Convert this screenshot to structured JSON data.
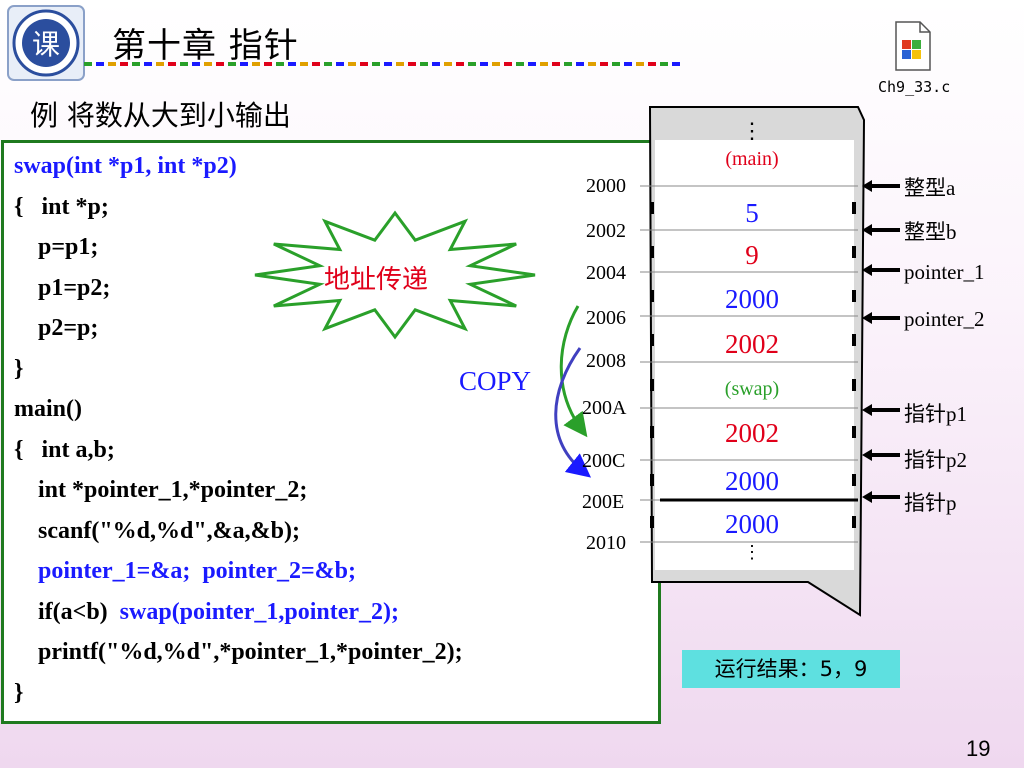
{
  "header": {
    "title": "第十章  指针",
    "logo_glyph": "课",
    "file_label": "Ch9_33.c"
  },
  "subtitle": "例  将数从大到小输出",
  "code": {
    "lines": [
      [
        {
          "t": "swap(int *p1, int *p2)",
          "c": "blue"
        }
      ],
      [
        {
          "t": "{   int *p;",
          "c": "black"
        }
      ],
      [
        {
          "t": "    p=p1;",
          "c": "black"
        }
      ],
      [
        {
          "t": "    p1=p2;",
          "c": "black"
        }
      ],
      [
        {
          "t": "    p2=p;",
          "c": "black"
        }
      ],
      [
        {
          "t": "}",
          "c": "black"
        }
      ],
      [
        {
          "t": "main()",
          "c": "black"
        }
      ],
      [
        {
          "t": "{   int a,b;",
          "c": "black"
        }
      ],
      [
        {
          "t": "    int *pointer_1,*pointer_2;",
          "c": "black"
        }
      ],
      [
        {
          "t": "    scanf(\"%d,%d\",&a,&b);",
          "c": "black"
        }
      ],
      [
        {
          "t": "    pointer_1=&a;  pointer_2=&b;",
          "c": "blue"
        }
      ],
      [
        {
          "t": "    if(a<b)  ",
          "c": "black"
        },
        {
          "t": "swap(pointer_1,pointer_2);",
          "c": "blue"
        }
      ],
      [
        {
          "t": "    printf(\"%d,%d\",*pointer_1,*pointer_2);",
          "c": "black"
        }
      ],
      [
        {
          "t": "}",
          "c": "black"
        }
      ]
    ]
  },
  "burst_text": "地址传递",
  "copy_label": "COPY",
  "memory": {
    "main_label": "(main)",
    "swap_label": "(swap)",
    "ellipsis": "⋮",
    "addresses": [
      "2000",
      "2002",
      "2004",
      "2006",
      "2008",
      "200A",
      "200C",
      "200E",
      "2010"
    ],
    "values": [
      {
        "v": "5",
        "color": "#1a1aff"
      },
      {
        "v": "9",
        "color": "#e0001a"
      },
      {
        "v": "2000",
        "color": "#1a1aff"
      },
      {
        "v": "2002",
        "color": "#e0001a"
      },
      {
        "v": "2002",
        "color": "#e0001a"
      },
      {
        "v": "2000",
        "color": "#1a1aff"
      },
      {
        "v": "2000",
        "color": "#1a1aff"
      }
    ],
    "labels": [
      "整型a",
      "整型b",
      "pointer_1",
      "pointer_2",
      "指针p1",
      "指针p2",
      "指针p"
    ]
  },
  "result": "运行结果：5，9",
  "page_number": "19",
  "colors": {
    "code_border": "#1f7a1f",
    "blue": "#1a1aff",
    "red": "#e0001a",
    "result_bg": "#5ee0e0",
    "memory_bg": "#d9d9d9"
  }
}
